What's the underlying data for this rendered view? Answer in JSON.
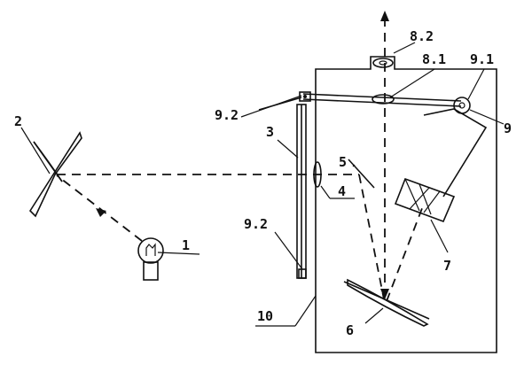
{
  "labels": {
    "l1": "1",
    "l2": "2",
    "l3": "3",
    "l4": "4",
    "l5": "5",
    "l6": "6",
    "l7": "7",
    "l81": "8.1",
    "l82": "8.2",
    "l9": "9",
    "l91": "9.1",
    "l92a": "9.2",
    "l92b": "9.2",
    "l10": "10"
  }
}
